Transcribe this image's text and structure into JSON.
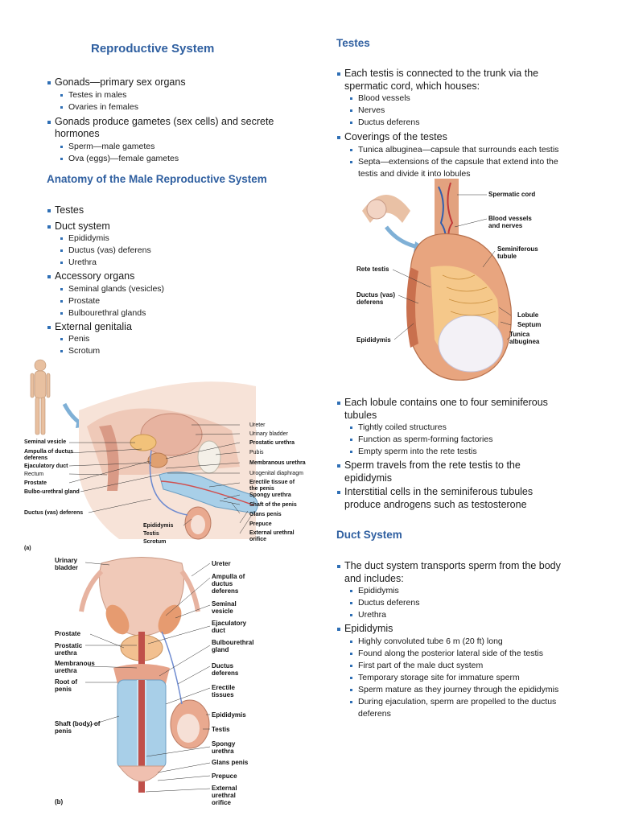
{
  "repro": {
    "title": "Reproductive System",
    "list": [
      {
        "text": "Gonads—primary sex organs",
        "sub": [
          "Testes in males",
          "Ovaries in females"
        ]
      },
      {
        "text": "Gonads produce gametes (sex cells) and secrete hormones",
        "sub": [
          "Sperm—male gametes",
          "Ova (eggs)—female gametes"
        ]
      }
    ]
  },
  "anatomy": {
    "title": "Anatomy of the Male Reproductive System",
    "list": [
      {
        "text": "Testes",
        "sub": []
      },
      {
        "text": "Duct system",
        "sub": [
          "Epididymis",
          "Ductus (vas) deferens",
          "Urethra"
        ]
      },
      {
        "text": "Accessory organs",
        "sub": [
          "Seminal glands (vesicles)",
          "Prostate",
          "Bulbourethral glands"
        ]
      },
      {
        "text": "External genitalia",
        "sub": [
          "Penis",
          "Scrotum"
        ]
      }
    ]
  },
  "figure_a": {
    "panel": "(a)",
    "left_labels": [
      "Seminal vesicle",
      "Ampulla of ductus deferens",
      "Ejaculatory duct",
      "Rectum",
      "Prostate",
      "Bulbo-urethral gland",
      "Ductus (vas) deferens"
    ],
    "bottom_labels": [
      "Epididymis",
      "Testis",
      "Scrotum"
    ],
    "right_labels": [
      "Ureter",
      "Urinary bladder",
      "Prostatic urethra",
      "Pubis",
      "Membranous urethra",
      "Urogenital diaphragm",
      "Erectile tissue of the penis",
      "Spongy urethra",
      "Shaft of the penis",
      "Glans penis",
      "Prepuce",
      "External urethral orifice"
    ]
  },
  "figure_b": {
    "panel": "(b)",
    "left_labels": [
      "Urinary bladder",
      "Prostate",
      "Prostatic urethra",
      "Membranous urethra",
      "Root of penis",
      "Shaft (body) of penis"
    ],
    "right_labels": [
      "Ureter",
      "Ampulla of ductus deferens",
      "Seminal vesicle",
      "Ejaculatory duct",
      "Bulbourethral gland",
      "Ductus deferens",
      "Erectile tissues",
      "Epididymis",
      "Testis",
      "Spongy urethra",
      "Glans penis",
      "Prepuce",
      "External urethral orifice"
    ]
  },
  "testes": {
    "title": "Testes",
    "list": [
      {
        "text": "Each testis is connected to the trunk via the spermatic cord, which houses:",
        "sub": [
          "Blood vessels",
          "Nerves",
          "Ductus deferens"
        ]
      },
      {
        "text": "Coverings of the testes",
        "sub": [
          "Tunica albuginea—capsule that surrounds each testis",
          "Septa—extensions of the capsule that extend into the testis and divide it into lobules"
        ]
      }
    ]
  },
  "testis_figure": {
    "right_labels": [
      "Spermatic cord",
      "Blood vessels and nerves",
      "Seminiferous tubule",
      "Lobule",
      "Septum",
      "Tunica albuginea"
    ],
    "left_labels": [
      "Rete testis",
      "Ductus (vas) deferens",
      "Epididymis"
    ]
  },
  "lobules": {
    "list": [
      {
        "text": "Each lobule contains one to four seminiferous tubules",
        "sub": [
          "Tightly coiled structures",
          "Function as sperm-forming factories",
          "Empty sperm into the rete testis"
        ]
      },
      {
        "text": "Sperm travels from the rete testis to the epididymis",
        "sub": []
      },
      {
        "text": "Interstitial cells in the seminiferous tubules produce androgens such as testosterone",
        "sub": []
      }
    ]
  },
  "duct": {
    "title": "Duct System",
    "list": [
      {
        "text": "The duct system transports sperm from the body and includes:",
        "sub": [
          "Epididymis",
          "Ductus deferens",
          "Urethra"
        ]
      },
      {
        "text": "Epididymis",
        "sub": [
          "Highly convoluted tube 6 m (20 ft) long",
          "Found along the posterior lateral side of the testis",
          "First part of the male duct system",
          "Temporary storage site for immature sperm",
          "Sperm mature as they journey through the epididymis",
          "During ejaculation, sperm are propelled to the ductus deferens"
        ]
      }
    ]
  },
  "colors": {
    "heading": "#2f5fa0",
    "bullet": "#2f6fb5",
    "tissue": "#e9a98f",
    "bladder": "#f0c9b8",
    "erectile": "#a8cfe8"
  }
}
